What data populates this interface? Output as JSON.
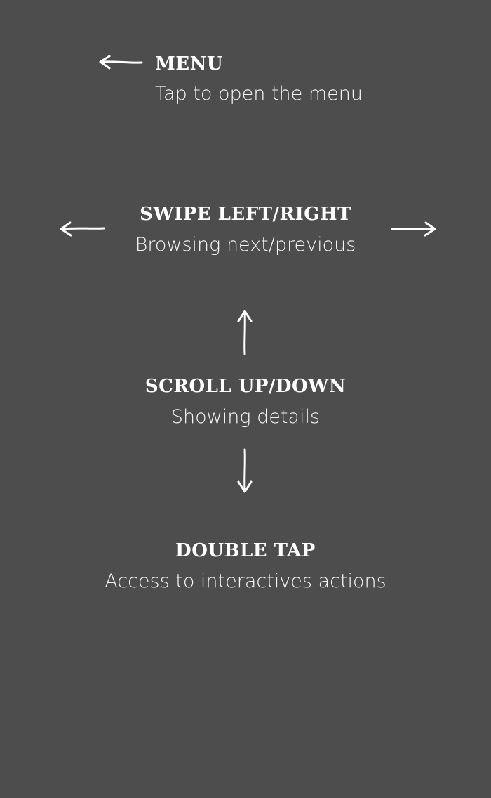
{
  "background_color": "#4d4d4d",
  "text_color": "#ffffff",
  "gestures": {
    "menu": {
      "title": "MENU",
      "description": "Tap to open the menu",
      "icon": "arrow-left-icon"
    },
    "swipe": {
      "title": "SWIPE LEFT/RIGHT",
      "description": "Browsing next/previous",
      "icons": [
        "arrow-left-icon",
        "arrow-right-icon"
      ]
    },
    "scroll": {
      "title": "SCROLL UP/DOWN",
      "description": "Showing details",
      "icons": [
        "arrow-up-icon",
        "arrow-down-icon"
      ]
    },
    "double_tap": {
      "title": "DOUBLE TAP",
      "description": "Access to interactives actions"
    }
  }
}
